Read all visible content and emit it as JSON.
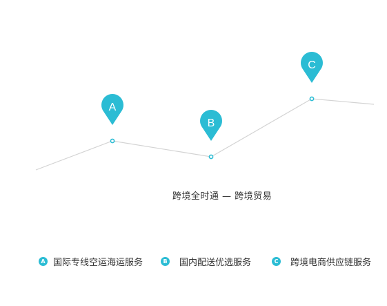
{
  "colors": {
    "accent": "#2bbcd4",
    "line": "#d3d3d3",
    "text": "#333333",
    "background": "#ffffff"
  },
  "diagram": {
    "caption": "跨境全时通 — 跨境贸易",
    "markers": [
      {
        "letter": "A"
      },
      {
        "letter": "B"
      },
      {
        "letter": "C"
      }
    ]
  },
  "legend": {
    "items": [
      {
        "badge": "A",
        "label": "国际专线空运海运服务"
      },
      {
        "badge": "B",
        "label": "国内配送优选服务"
      },
      {
        "badge": "C",
        "label": "跨境电商供应链服务"
      }
    ]
  }
}
